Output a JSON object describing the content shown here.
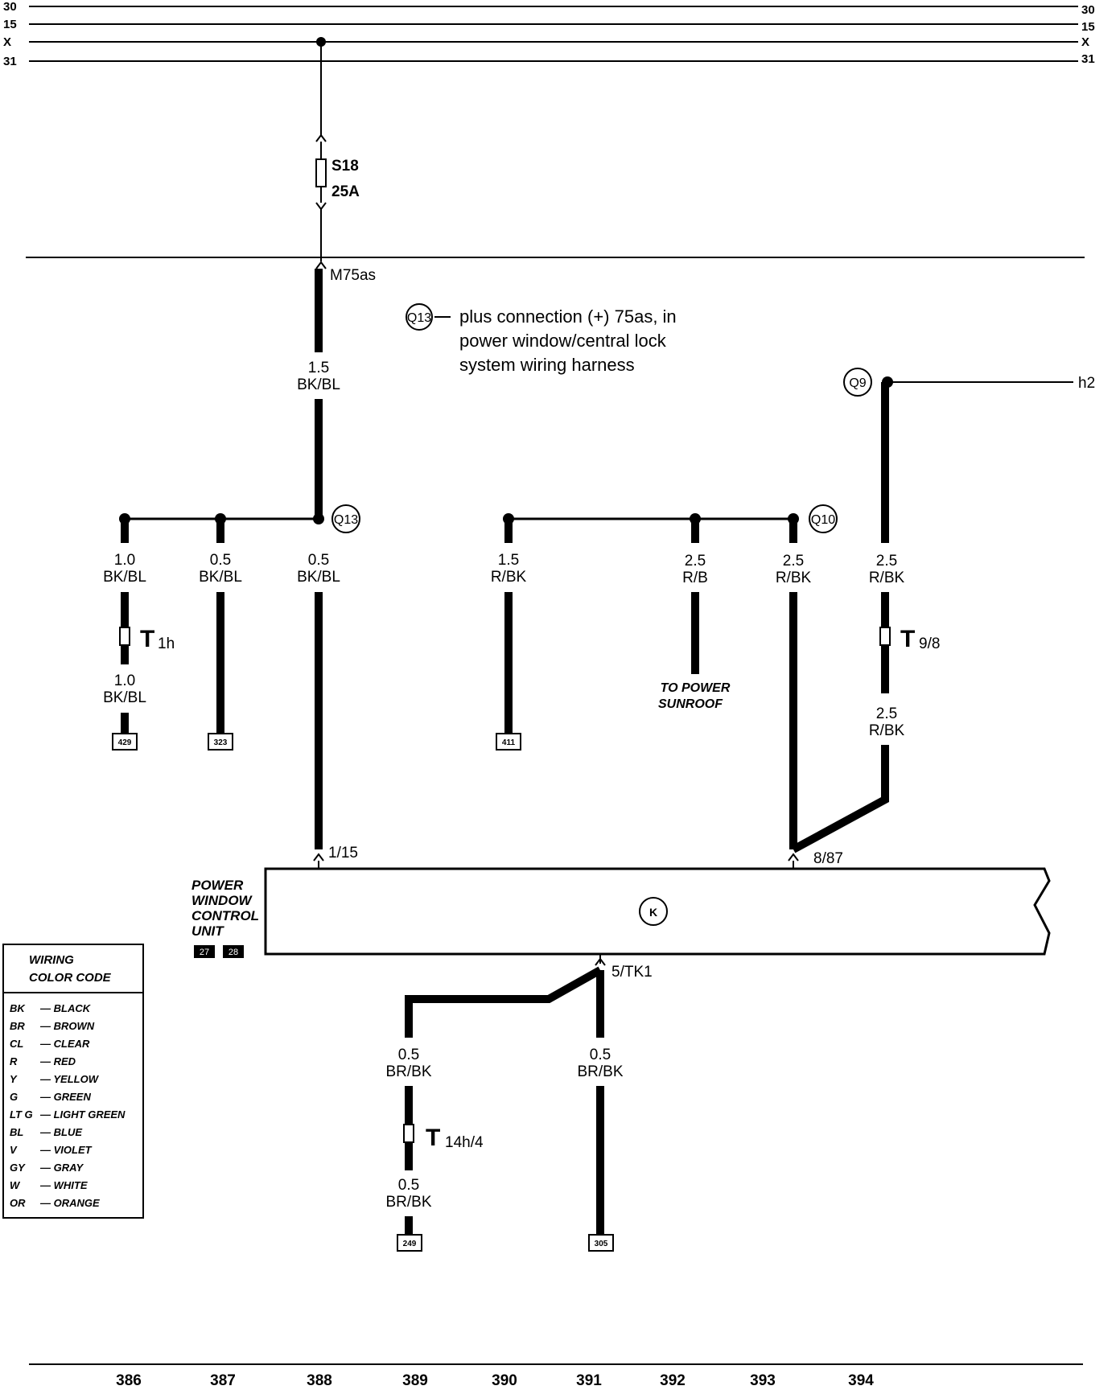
{
  "rails": [
    {
      "label": "30"
    },
    {
      "label": "15"
    },
    {
      "label": "X"
    },
    {
      "label": "31"
    }
  ],
  "fuse": {
    "name": "S18",
    "rating": "25A"
  },
  "connector_m75": "M75as",
  "note": {
    "badge": "Q13",
    "line1": "plus connection (+) 75as, in",
    "line2": "power window/central lock",
    "line3": "system wiring harness"
  },
  "main_wire": {
    "size": "1.5",
    "color": "BK/BL"
  },
  "splices": {
    "q13": "Q13",
    "q10": "Q10",
    "q9": "Q9",
    "h2": "h2"
  },
  "wires": [
    {
      "id": "w1",
      "size": "1.0",
      "color": "BK/BL",
      "size2": "1.0",
      "color2": "BK/BL",
      "terminal": "429"
    },
    {
      "id": "w2",
      "size": "0.5",
      "color": "BK/BL",
      "terminal": "323"
    },
    {
      "id": "w3",
      "size": "0.5",
      "color": "BK/BL",
      "pin": "1/15"
    },
    {
      "id": "w4",
      "size": "1.5",
      "color": "R/BK",
      "terminal": "411"
    },
    {
      "id": "w5",
      "size": "2.5",
      "color": "R/B",
      "note1": "TO POWER",
      "note2": "SUNROOF"
    },
    {
      "id": "w6",
      "size": "2.5",
      "color": "R/BK",
      "pin": "8/87"
    },
    {
      "id": "w7",
      "size": "2.5",
      "color": "R/BK",
      "size2": "2.5",
      "color2": "R/BK"
    },
    {
      "id": "w8",
      "size": "0.5",
      "color": "BR/BK",
      "size2": "0.5",
      "color2": "BR/BK",
      "terminal": "249"
    },
    {
      "id": "w9",
      "size": "0.5",
      "color": "BR/BK",
      "terminal": "305",
      "pin": "5/TK1"
    }
  ],
  "connectors": {
    "t1h": {
      "letter": "T",
      "sub": "1h"
    },
    "t98": {
      "letter": "T",
      "sub": "9/8"
    },
    "t14h": {
      "letter": "T",
      "sub": "14h/4"
    }
  },
  "control_unit": {
    "line1": "POWER",
    "line2": "WINDOW",
    "line3": "CONTROL",
    "line4": "UNIT",
    "ref1": "27",
    "ref2": "28",
    "symbol": "K"
  },
  "legend": {
    "title1": "WIRING",
    "title2": "COLOR CODE",
    "items": [
      {
        "code": "BK",
        "name": "— BLACK"
      },
      {
        "code": "BR",
        "name": "— BROWN"
      },
      {
        "code": "CL",
        "name": "— CLEAR"
      },
      {
        "code": "R",
        "name": "— RED"
      },
      {
        "code": "Y",
        "name": "— YELLOW"
      },
      {
        "code": "G",
        "name": "— GREEN"
      },
      {
        "code": "LT G",
        "name": "— LIGHT GREEN"
      },
      {
        "code": "BL",
        "name": "— BLUE"
      },
      {
        "code": "V",
        "name": "— VIOLET"
      },
      {
        "code": "GY",
        "name": "— GRAY"
      },
      {
        "code": "W",
        "name": "— WHITE"
      },
      {
        "code": "OR",
        "name": "— ORANGE"
      }
    ]
  },
  "columns": [
    "386",
    "387",
    "388",
    "389",
    "390",
    "391",
    "392",
    "393",
    "394"
  ]
}
